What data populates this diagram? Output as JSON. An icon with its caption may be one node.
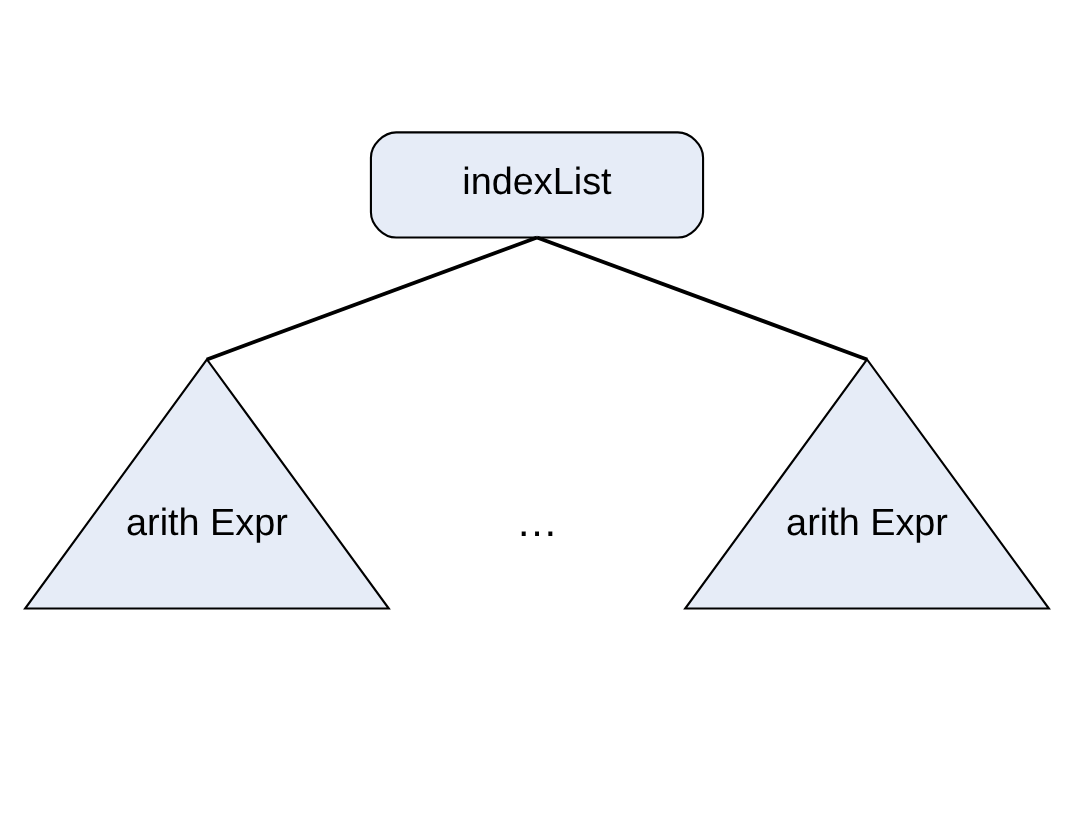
{
  "diagram": {
    "nodes": [
      {
        "text": [
          "indexList"
        ]
      },
      {
        "text": [
          "arith Expr"
        ]
      },
      {
        "text": [
          "arith Expr"
        ]
      }
    ],
    "edges": [
      {
        "from": 0,
        "to": 1,
        "arrow": "none"
      },
      {
        "from": 0,
        "to": 2,
        "arrow": "none"
      }
    ],
    "labels": [
      "…"
    ]
  }
}
